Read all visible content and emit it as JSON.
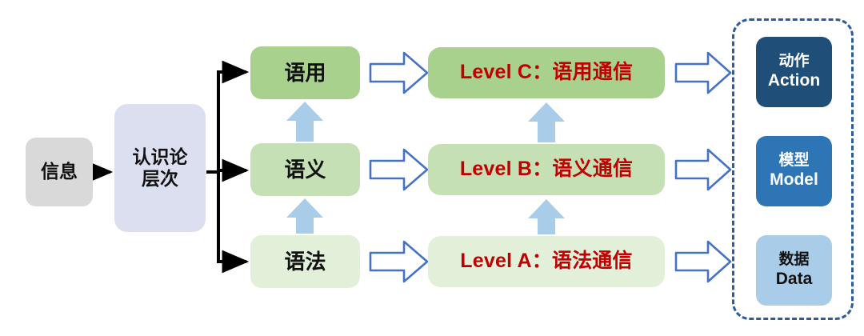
{
  "diagram": {
    "title_text": "",
    "colors": {
      "info_bg": "#D9D9D9",
      "epistemic_bg": "#DCDFF0",
      "green_dark": "#A9D18E",
      "green_mid": "#C5E0B4",
      "green_light": "#E2EFD9",
      "level_text": "#C00000",
      "blue_outline_arrow": "#4472C4",
      "blue_up_arrow": "#A9CCE9",
      "dashed_border": "#2E5B9A",
      "action_bg": "#1F4E79",
      "model_bg": "#2E75B6",
      "data_bg": "#A9CCE9",
      "connector": "#000000"
    },
    "source": {
      "label": "信息"
    },
    "stage": {
      "label_line1": "认识论",
      "label_line2": "层次"
    },
    "layers": [
      {
        "id": "pragmatics",
        "label": "语用"
      },
      {
        "id": "semantics",
        "label": "语义"
      },
      {
        "id": "syntax",
        "label": "语法"
      }
    ],
    "levels": [
      {
        "id": "level-c",
        "label": "Level C：语用通信"
      },
      {
        "id": "level-b",
        "label": "Level B：语义通信"
      },
      {
        "id": "level-a",
        "label": "Level A：语法通信"
      }
    ],
    "outcomes": [
      {
        "id": "action",
        "cn": "动作",
        "en": "Action"
      },
      {
        "id": "model",
        "cn": "模型",
        "en": "Model"
      },
      {
        "id": "data",
        "cn": "数据",
        "en": "Data"
      }
    ]
  }
}
